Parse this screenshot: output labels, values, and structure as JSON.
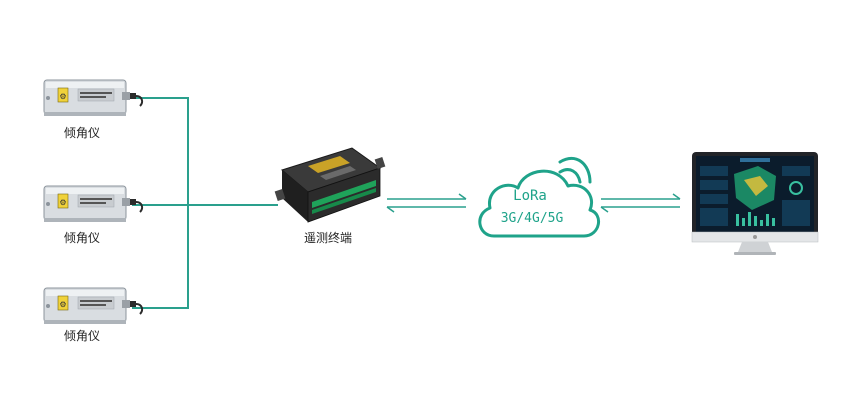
{
  "inclinometers": [
    {
      "label": "倾角仪"
    },
    {
      "label": "倾角仪"
    },
    {
      "label": "倾角仪"
    }
  ],
  "terminal": {
    "label": "遥测终端"
  },
  "cloud": {
    "line1": "LoRa",
    "line2": "3G/4G/5G"
  },
  "colors": {
    "accent": "#1fa38a",
    "line": "#2aa08d",
    "device_body": "#d9dde1",
    "terminal_body": "#2b2b2b",
    "monitor_frame": "#222428",
    "screen": "#0b1c2c"
  }
}
